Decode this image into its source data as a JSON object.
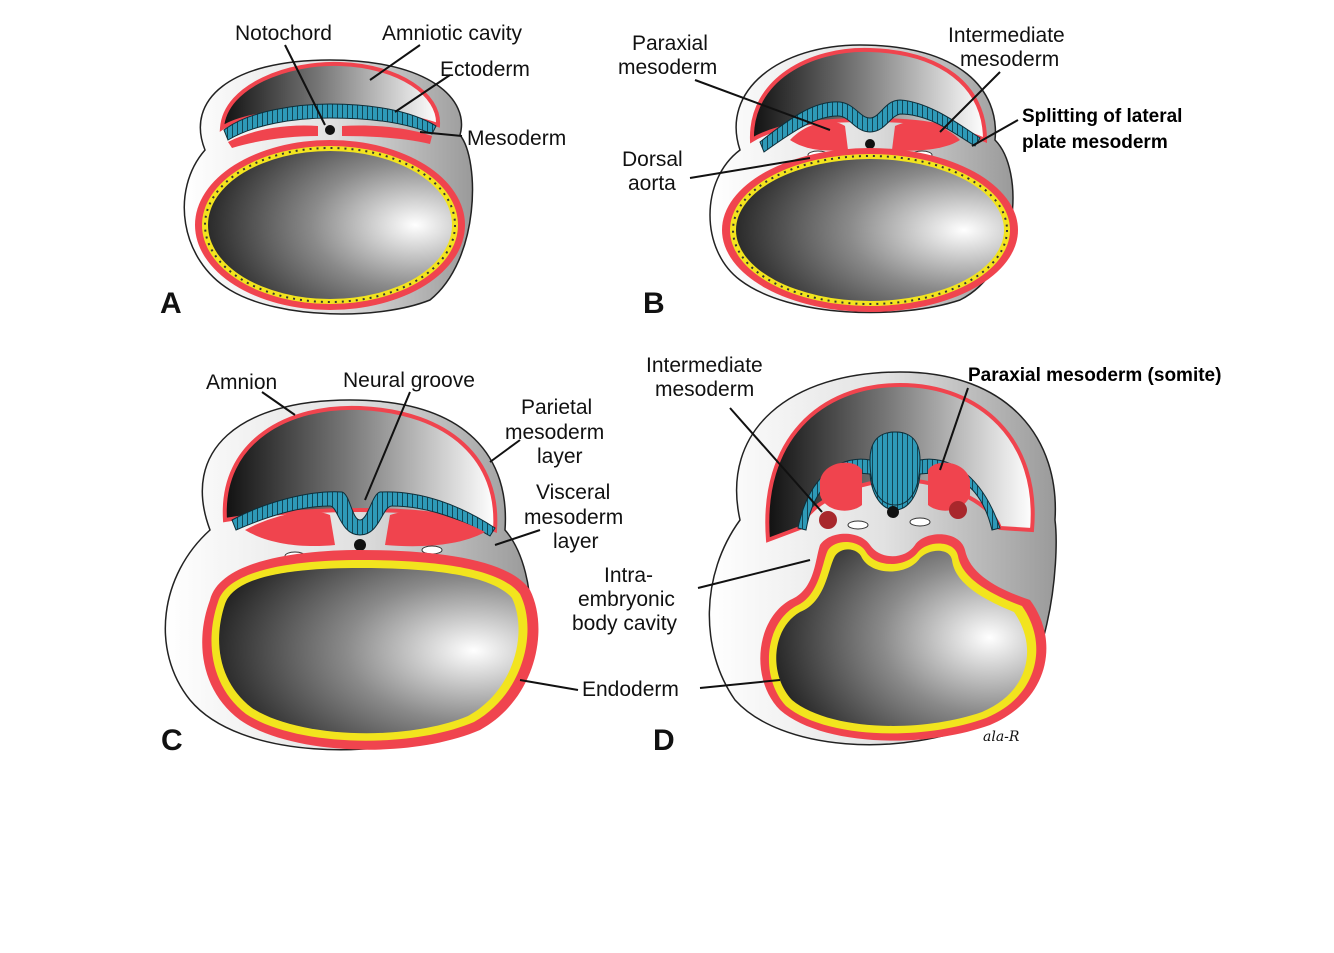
{
  "panels": [
    {
      "letter": "A"
    },
    {
      "letter": "B"
    },
    {
      "letter": "C"
    },
    {
      "letter": "D"
    }
  ],
  "labels": {
    "a_notochord": "Notochord",
    "a_amniotic_cavity": "Amniotic cavity",
    "a_ectoderm": "Ectoderm",
    "a_mesoderm": "Mesoderm",
    "b_paraxial_1": "Paraxial",
    "b_paraxial_2": "mesoderm",
    "b_intermediate_1": "Intermediate",
    "b_intermediate_2": "mesoderm",
    "b_splitting_1": "Splitting of lateral",
    "b_splitting_2": "plate mesoderm",
    "b_dorsal_1": "Dorsal",
    "b_dorsal_2": "aorta",
    "c_amnion": "Amnion",
    "c_neural_groove": "Neural groove",
    "c_parietal_1": "Parietal",
    "c_parietal_2": "mesoderm",
    "c_parietal_3": "layer",
    "c_visceral_1": "Visceral",
    "c_visceral_2": "mesoderm",
    "c_visceral_3": "layer",
    "d_intermediate_1": "Intermediate",
    "d_intermediate_2": "mesoderm",
    "d_paraxial_somite": "Paraxial mesoderm (somite)",
    "d_intra_1": "Intra-",
    "d_intra_2": "embryonic",
    "d_intra_3": "body cavity",
    "endoderm": "Endoderm",
    "signature": "ala-R"
  },
  "colors": {
    "mesoderm": "#f0444e",
    "ectoderm": "#2e9ab8",
    "endoderm_dots": "#f2e41e",
    "notochord": "#111111",
    "somite_core": "#a8282c",
    "cavity_light": "#ffffff",
    "cavity_dark": "#1a1a1a"
  }
}
